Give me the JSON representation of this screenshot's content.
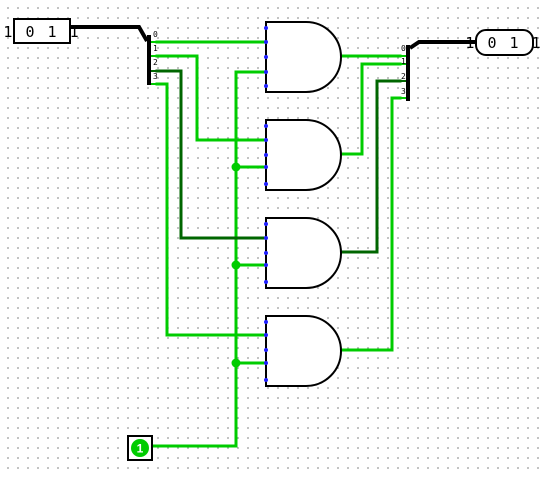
{
  "input_pin": {
    "value": "1011"
  },
  "output_pin": {
    "value": "1011"
  },
  "splitter_in": {
    "bits": [
      "0",
      "1",
      "2",
      "3"
    ]
  },
  "splitter_out": {
    "bits": [
      "0",
      "1",
      "2",
      "3"
    ]
  },
  "constant": {
    "value": "1"
  },
  "colors": {
    "wire_on": "#00cc00",
    "wire_off": "#006600",
    "bus": "#000000",
    "pin_dot": "#2020ff"
  }
}
